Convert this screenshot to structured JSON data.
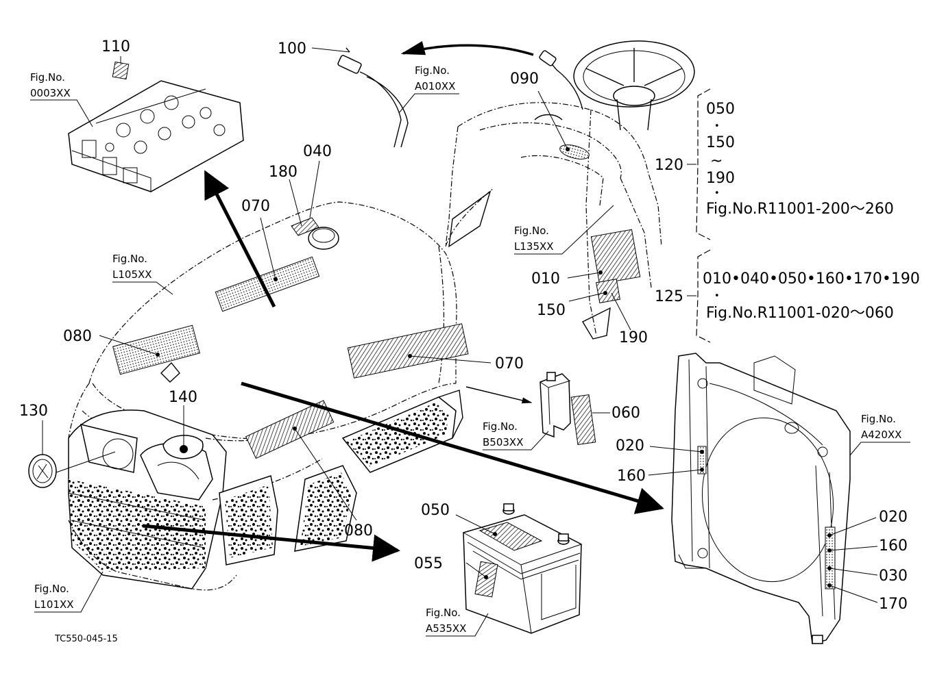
{
  "labels": {
    "n110": "110",
    "n100": "100",
    "n090": "090",
    "n040": "040",
    "n180": "180",
    "n070a": "070",
    "n070b": "070",
    "n080a": "080",
    "n080b": "080",
    "n130": "130",
    "n140": "140",
    "n120": "120",
    "n125": "125",
    "n010": "010",
    "n150": "150",
    "n190": "190",
    "n060": "060",
    "n020a": "020",
    "n160a": "160",
    "n020b": "020",
    "n160b": "160",
    "n030": "030",
    "n170": "170",
    "n050": "050",
    "n055": "055"
  },
  "figs": {
    "f0003": {
      "title": "Fig.No.",
      "code": "0003XX"
    },
    "fA010": {
      "title": "Fig.No.",
      "code": "A010XX"
    },
    "fL135": {
      "title": "Fig.No.",
      "code": "L135XX"
    },
    "fL105": {
      "title": "Fig.No.",
      "code": "L105XX"
    },
    "fB503": {
      "title": "Fig.No.",
      "code": "B503XX"
    },
    "fA420": {
      "title": "Fig.No.",
      "code": "A420XX"
    },
    "fL101": {
      "title": "Fig.No.",
      "code": "L101XX"
    },
    "fA535": {
      "title": "Fig.No.",
      "code": "A535XX"
    }
  },
  "group120": {
    "line1": "050",
    "dot1": "•",
    "line2": "150",
    "tilde": "~",
    "line3": "190",
    "dot2": "•",
    "ref": "Fig.No.R11001-200～260"
  },
  "group125": {
    "line1": "010•040•050•160•170•190",
    "dot": "•",
    "ref": "Fig.No.R11001-020～060"
  },
  "drawing_id": "TC550-045-15"
}
